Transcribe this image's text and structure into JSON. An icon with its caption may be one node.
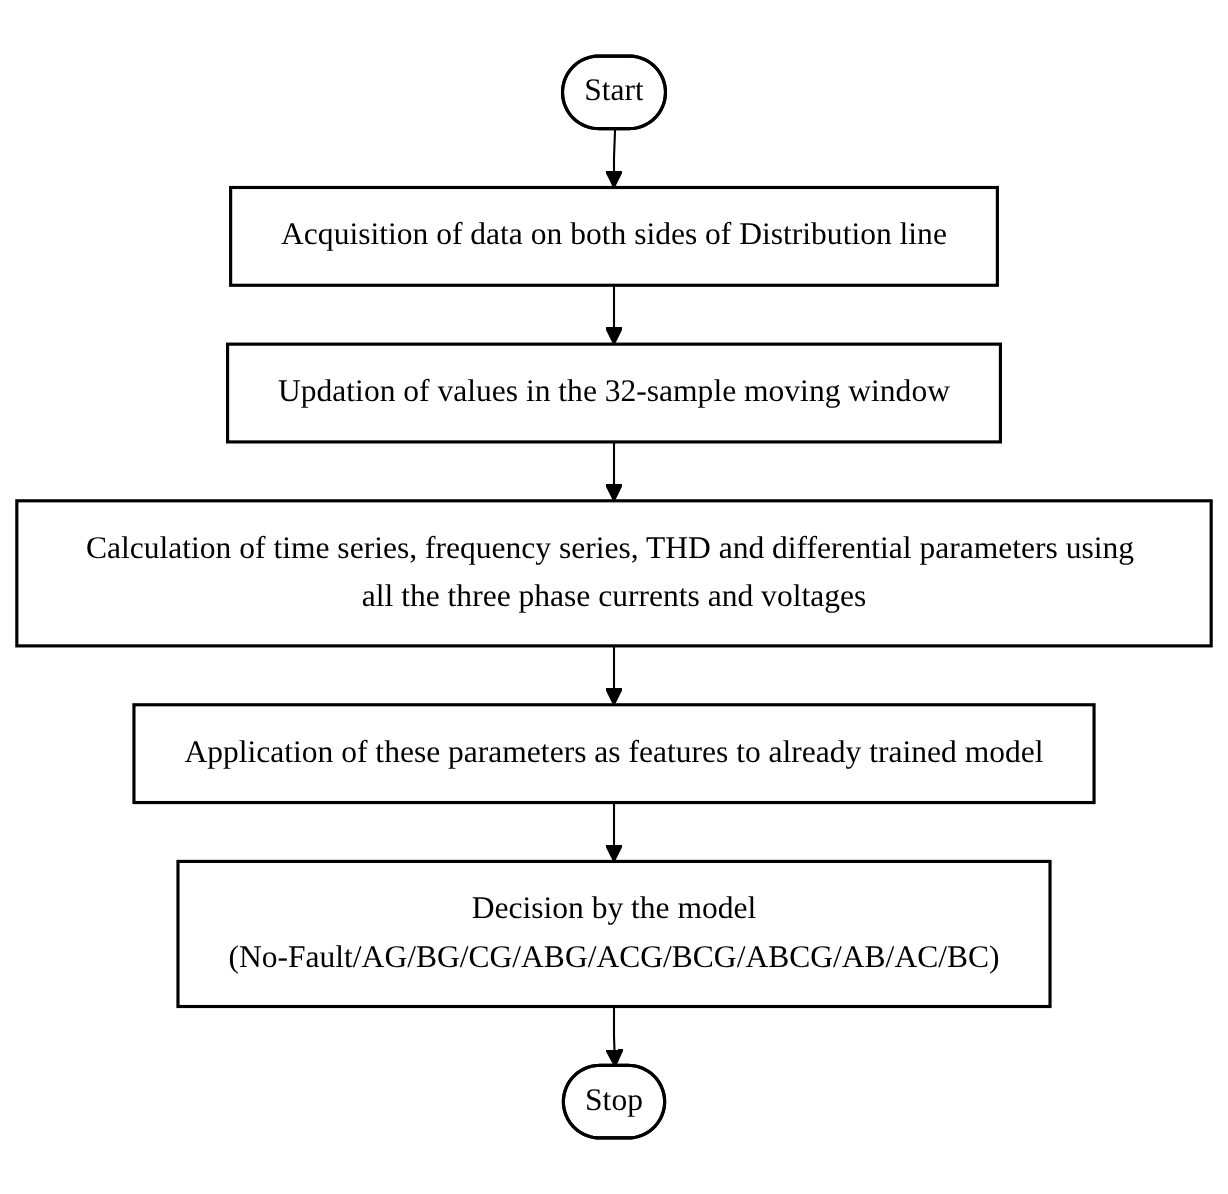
{
  "diagram": {
    "nodes": [
      {
        "text": [
          "Start"
        ]
      },
      {
        "text": [
          "Acquisition of data on both sides of Distribution line"
        ]
      },
      {
        "text": [
          "Updation of values in the 32-sample moving window"
        ]
      },
      {
        "text": [
          "Calculation of time series, frequency series, THD and differential parameters using all the three phase currents and voltages"
        ]
      },
      {
        "text": [
          "Application of these parameters as features to already trained model"
        ]
      },
      {
        "text": [
          "Decision by the model",
          "(No-Fault/AG/BG/CG/ABG/ACG/BCG/ABCG/AB/AC/BC)"
        ]
      },
      {
        "text": [
          "Stop"
        ]
      }
    ],
    "edges": [
      {
        "from": 0,
        "to": 1,
        "arrow": "to"
      },
      {
        "from": 1,
        "to": 2,
        "arrow": "to"
      },
      {
        "from": 2,
        "to": 3,
        "arrow": "to"
      },
      {
        "from": 3,
        "to": 4,
        "arrow": "to"
      },
      {
        "from": 4,
        "to": 5,
        "arrow": "to"
      },
      {
        "from": 5,
        "to": 6,
        "arrow": "to"
      }
    ]
  }
}
